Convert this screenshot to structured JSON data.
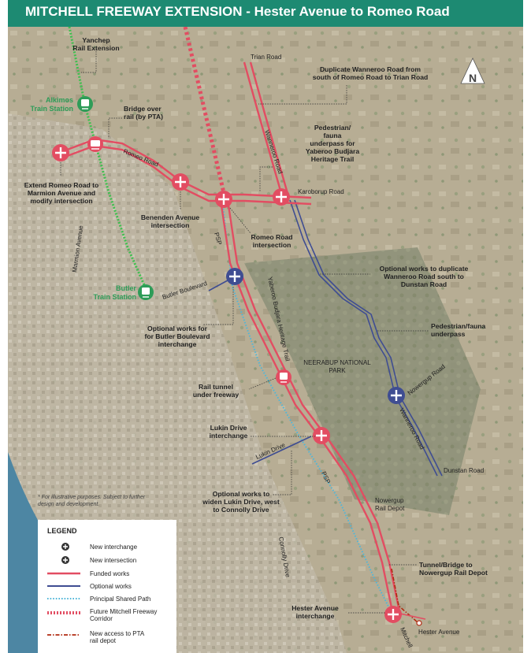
{
  "title": "MITCHELL FREEWAY EXTENSION - Hester Avenue to Romeo Road",
  "north_label": "N",
  "roads": {
    "trian_road": "Trian Road",
    "wanneroo_road": "Wanneroo Road",
    "romeo_road": "Romeo Road",
    "karoborup_road": "Karoborup Road",
    "marmion_avenue": "Marmion Avenue",
    "butler_boulevard": "Butler Boulevard",
    "psp": "PSP",
    "yaberoo_trail": "Yaberoo Budjara Heritage Trail",
    "nowergup_road": "Nowergup Road",
    "lukin_drive": "Lukin Drive",
    "connolly_drive": "Connolly Drive",
    "dunstan_road": "Dunstan Road",
    "hester_avenue": "Hester Avenue",
    "mitchell": "Mitchell",
    "park": [
      "NEERABUP NATIONAL",
      "PARK"
    ]
  },
  "stations": {
    "alkimos": [
      "Alkimos",
      "Train Station"
    ],
    "butler": [
      "Butler",
      "Train Station"
    ]
  },
  "callouts": {
    "yanchep": [
      "Yanchep",
      "Rail Extension"
    ],
    "bridge": [
      "Bridge over",
      "rail (by PTA)"
    ],
    "extend_romeo": [
      "Extend Romeo Road to",
      "Marmion Avenue and",
      "modify intersection"
    ],
    "benenden": [
      "Benenden Avenue",
      "intersection"
    ],
    "romeo_interchange": [
      "Romeo Road",
      "intersection"
    ],
    "duplicate_wanneroo_north": [
      "Duplicate Wanneroo Road from",
      "south of Romeo Road to Trian Road"
    ],
    "fauna_yaberoo": [
      "Pedestrian/",
      "fauna",
      "underpass for",
      "Yaberoo Budjara",
      "Heritage Trail"
    ],
    "optional_duplicate_south": [
      "Optional works to duplicate",
      "Wanneroo Road south to",
      "Dunstan Road"
    ],
    "fauna_underpass": [
      "Pedestrian/fauna",
      "underpass"
    ],
    "butler_optional": [
      "Optional works for",
      "for Butler Boulevard",
      "interchange"
    ],
    "rail_tunnel": [
      "Rail tunnel",
      "under freeway"
    ],
    "lukin_interchange": [
      "Lukin Drive",
      "interchange"
    ],
    "lukin_optional": [
      "Optional works to",
      "widen Lukin Drive, west",
      "to Connolly Drive"
    ],
    "nowergup_depot": [
      "Nowergup",
      "Rail Depot"
    ],
    "tunnel_bridge": [
      "Tunnel/Bridge to",
      "Nowergup Rail Depot"
    ],
    "hester_interchange": [
      "Hester Avenue",
      "interchange"
    ]
  },
  "disclaimer": [
    "* For illustrative purposes. Subject to further",
    "design and development."
  ],
  "legend": {
    "title": "LEGEND",
    "items": [
      "New interchange",
      "New intersection",
      "Funded works",
      "Optional works",
      "Principal Shared Path",
      [
        "Future Mitchell Freeway",
        "Corridor"
      ],
      [
        "New access to PTA",
        "rail depot"
      ]
    ]
  },
  "colors": {
    "title_bar": "#1d8a72",
    "funded": "#e24d62",
    "optional": "#3f4d92",
    "psp": "#4fb6d8",
    "rail": "#3fbf4f",
    "station": "#2e9c58",
    "depot_access": "#b02a10"
  }
}
